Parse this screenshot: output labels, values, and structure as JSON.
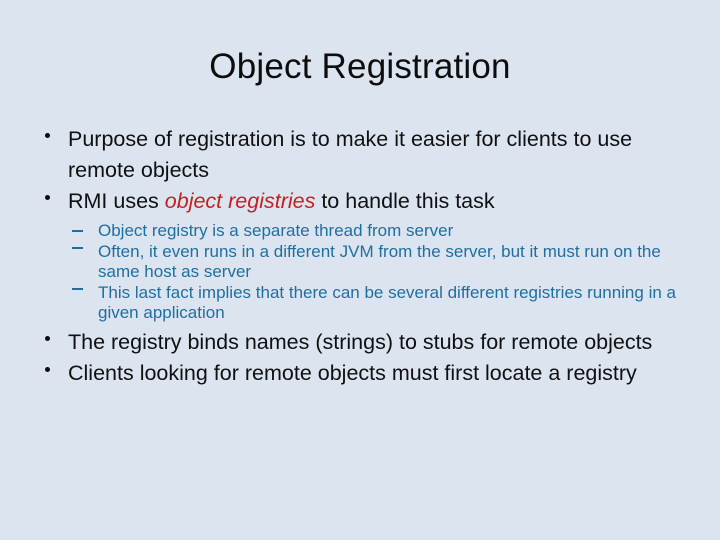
{
  "slide": {
    "title": "Object Registration",
    "background_color": "#dce4f0",
    "title_color": "#0d0d0d",
    "level1_color": "#101010",
    "level2_color": "#1f6f9e",
    "emphasis_color": "#c42020",
    "bullets": [
      {
        "level": 1,
        "text": "Purpose of registration is to make it easier for clients to use remote objects",
        "marker": "bullet-dot"
      },
      {
        "level": 1,
        "marker": "bullet-dot",
        "text_before": "RMI uses ",
        "text_emphasis": "object registries",
        "text_after": " to handle this task"
      },
      {
        "level": 2,
        "marker": "bullet-dash",
        "text": "Object registry is a separate thread from server"
      },
      {
        "level": 2,
        "marker": "bullet-dash",
        "text": "Often, it even runs in a different JVM from the server, but it must run on the same host as server"
      },
      {
        "level": 2,
        "marker": "bullet-dash",
        "text": "This last fact implies that there can be several different registries running in a given application"
      },
      {
        "level": 1,
        "marker": "bullet-dot",
        "text": "The registry binds names (strings) to stubs for remote objects"
      },
      {
        "level": 1,
        "marker": "bullet-dot",
        "text": "Clients looking for remote objects must first locate a registry"
      }
    ]
  }
}
